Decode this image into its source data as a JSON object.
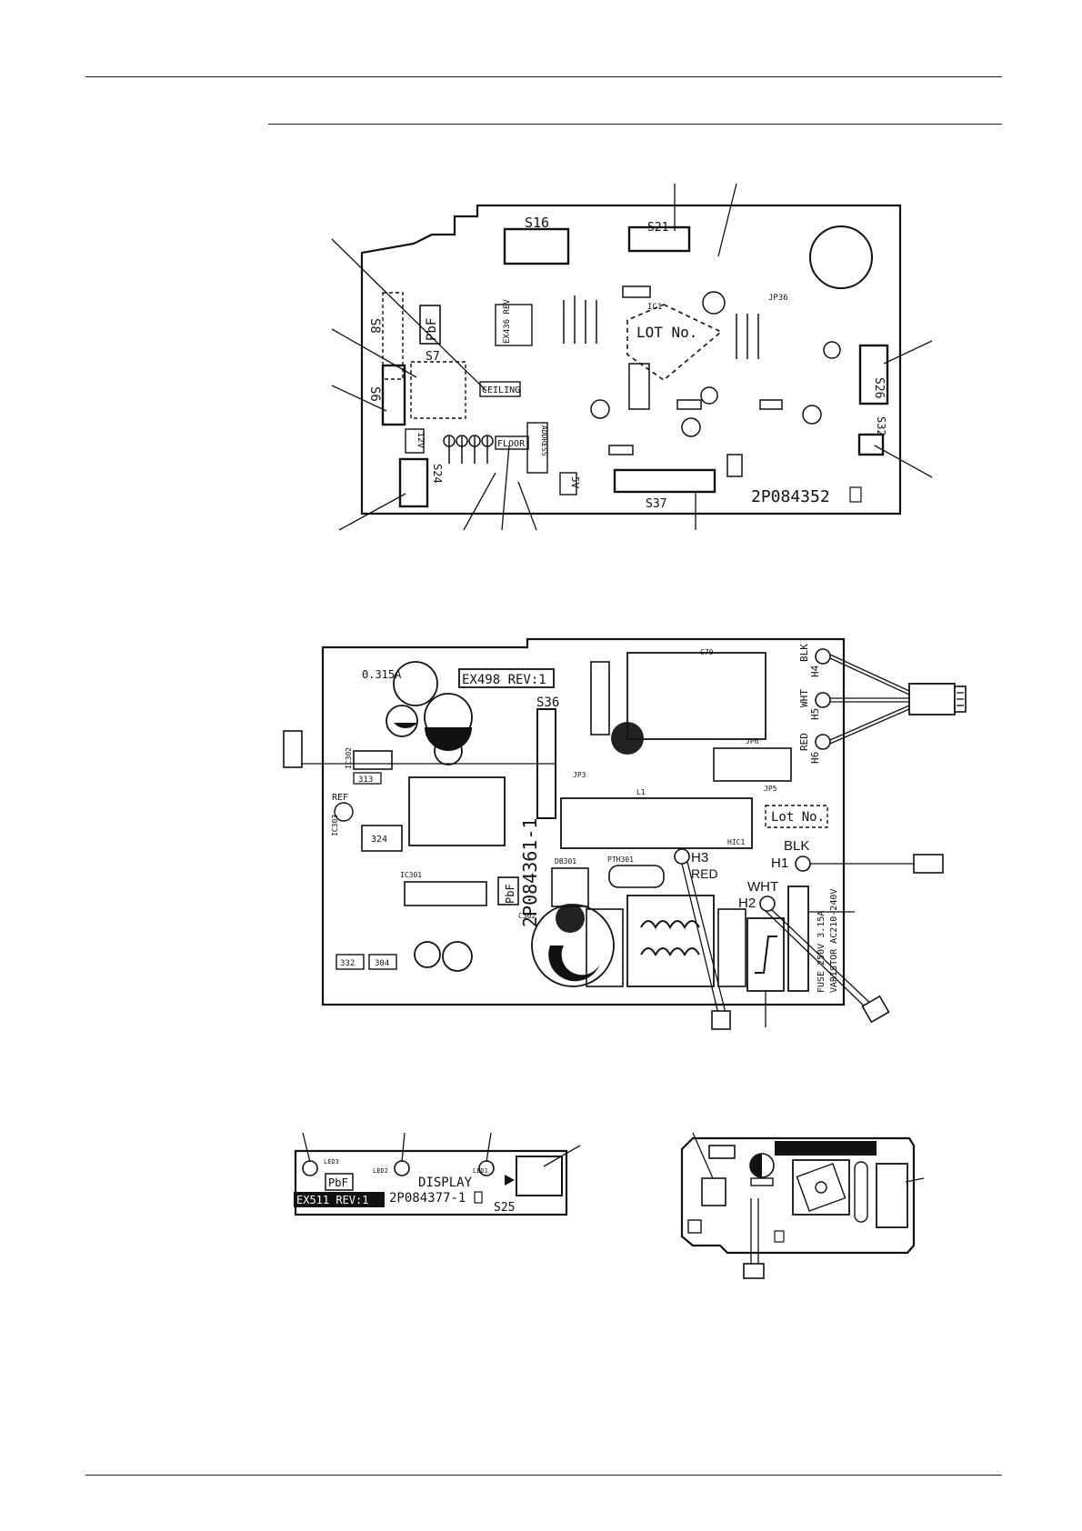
{
  "control_pcb": {
    "lot_no": "LOT No.",
    "part_number": "2P084352",
    "connectors": [
      "S16",
      "S21",
      "S26",
      "S32",
      "S37",
      "S24",
      "S6",
      "S7",
      "S8"
    ],
    "marks": {
      "pbf": "PbF",
      "ceiling": "CEILING",
      "floor": "FLOOR",
      "twelve_v": "12V",
      "five_v": "5V",
      "address": "ADDRESS",
      "ex_rev": "EX436 REV",
      "ic1": "IC1",
      "jp36": "JP36"
    }
  },
  "power_pcb": {
    "part_number": "2P084361-1",
    "model": "EX498 REV:1",
    "lot_no": "Lot No.",
    "fuse_small": "0.315A",
    "connector": "S36",
    "fuse_rating": "FUSE 250V 3.15A",
    "varistor": "VARISTOR AC210-240V",
    "pbf": "PbF",
    "terminals": {
      "h1": "H1",
      "h1_color": "BLK",
      "h2": "H2",
      "h2_color": "WHT",
      "h3": "H3",
      "h3_color": "RED",
      "h4": "H4",
      "h4_color": "BLK",
      "h5": "H5",
      "h5_color": "WHT",
      "h6": "H6",
      "h6_color": "RED"
    },
    "refs": [
      "IC302",
      "313",
      "REF",
      "IC303",
      "324",
      "IC301",
      "DB301",
      "PTH301",
      "C302",
      "332",
      "304",
      "JP5",
      "JP6",
      "JP3",
      "L1",
      "HIC1",
      "C70"
    ]
  },
  "display_pcb": {
    "title": "DISPLAY",
    "part_number": "2P084377-1",
    "connector": "S25",
    "pbf": "PbF",
    "model": "EX511 REV:1",
    "leds": [
      "LED3",
      "LED2",
      "LED1"
    ]
  }
}
